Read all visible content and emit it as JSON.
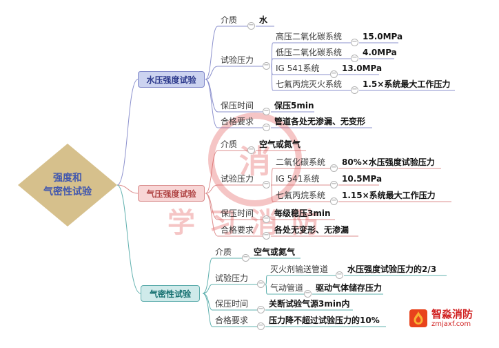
{
  "root": {
    "title_line1": "强度和",
    "title_line2": "气密性试验",
    "fill": "#d6c08c",
    "text_color": "#4157ae"
  },
  "icons": {
    "collapse": "−",
    "flame": "flame-icon"
  },
  "watermark": {
    "ring_glyph": "消",
    "text": "学习消防",
    "color": "#df3e3e"
  },
  "brand": {
    "name": "智淼消防",
    "domain": "zmjaxf.com",
    "color": "#d01f1f"
  },
  "branches": [
    {
      "title": "水压强度试验",
      "color": "#8b90cd",
      "items": [
        {
          "label": "介质",
          "value": "水"
        },
        {
          "label": "试验压力",
          "children": [
            {
              "label": "高压二氧化碳系统",
              "value": "15.0MPa"
            },
            {
              "label": "低压二氧化碳系统",
              "value": "4.0MPa"
            },
            {
              "label": "IG 541系统",
              "value": "13.0MPa"
            },
            {
              "label": "七氟丙烷灭火系统",
              "value": "1.5×系统最大工作压力"
            }
          ]
        },
        {
          "label": "保压时间",
          "value": "保压5min"
        },
        {
          "label": "合格要求",
          "value": "管道各处无渗漏、无变形"
        }
      ]
    },
    {
      "title": "气压强度试验",
      "color": "#dd8f8f",
      "items": [
        {
          "label": "介质",
          "value": "空气或氮气"
        },
        {
          "label": "试验压力",
          "children": [
            {
              "label": "二氧化碳系统",
              "value": "80%×水压强度试验压力"
            },
            {
              "label": "IG 541系统",
              "value": "10.5MPa"
            },
            {
              "label": "七氟丙烷系统",
              "value": "1.15×系统最大工作压力"
            }
          ]
        },
        {
          "label": "保压时间",
          "value": "每级稳压3min"
        },
        {
          "label": "合格要求",
          "value": "各处无变形、无渗漏"
        }
      ]
    },
    {
      "title": "气密性试验",
      "color": "#5fb0ae",
      "items": [
        {
          "label": "介质",
          "value": "空气或氮气"
        },
        {
          "label": "试验压力",
          "children": [
            {
              "label": "灭火剂输送管道",
              "value": "水压强度试验压力的2/3"
            },
            {
              "label": "气动管道",
              "value": "驱动气体储存压力"
            }
          ]
        },
        {
          "label": "保压时间",
          "value": "关断试验气源3min内"
        },
        {
          "label": "合格要求",
          "value": "压力降不超过试验压力的10%"
        }
      ]
    }
  ]
}
